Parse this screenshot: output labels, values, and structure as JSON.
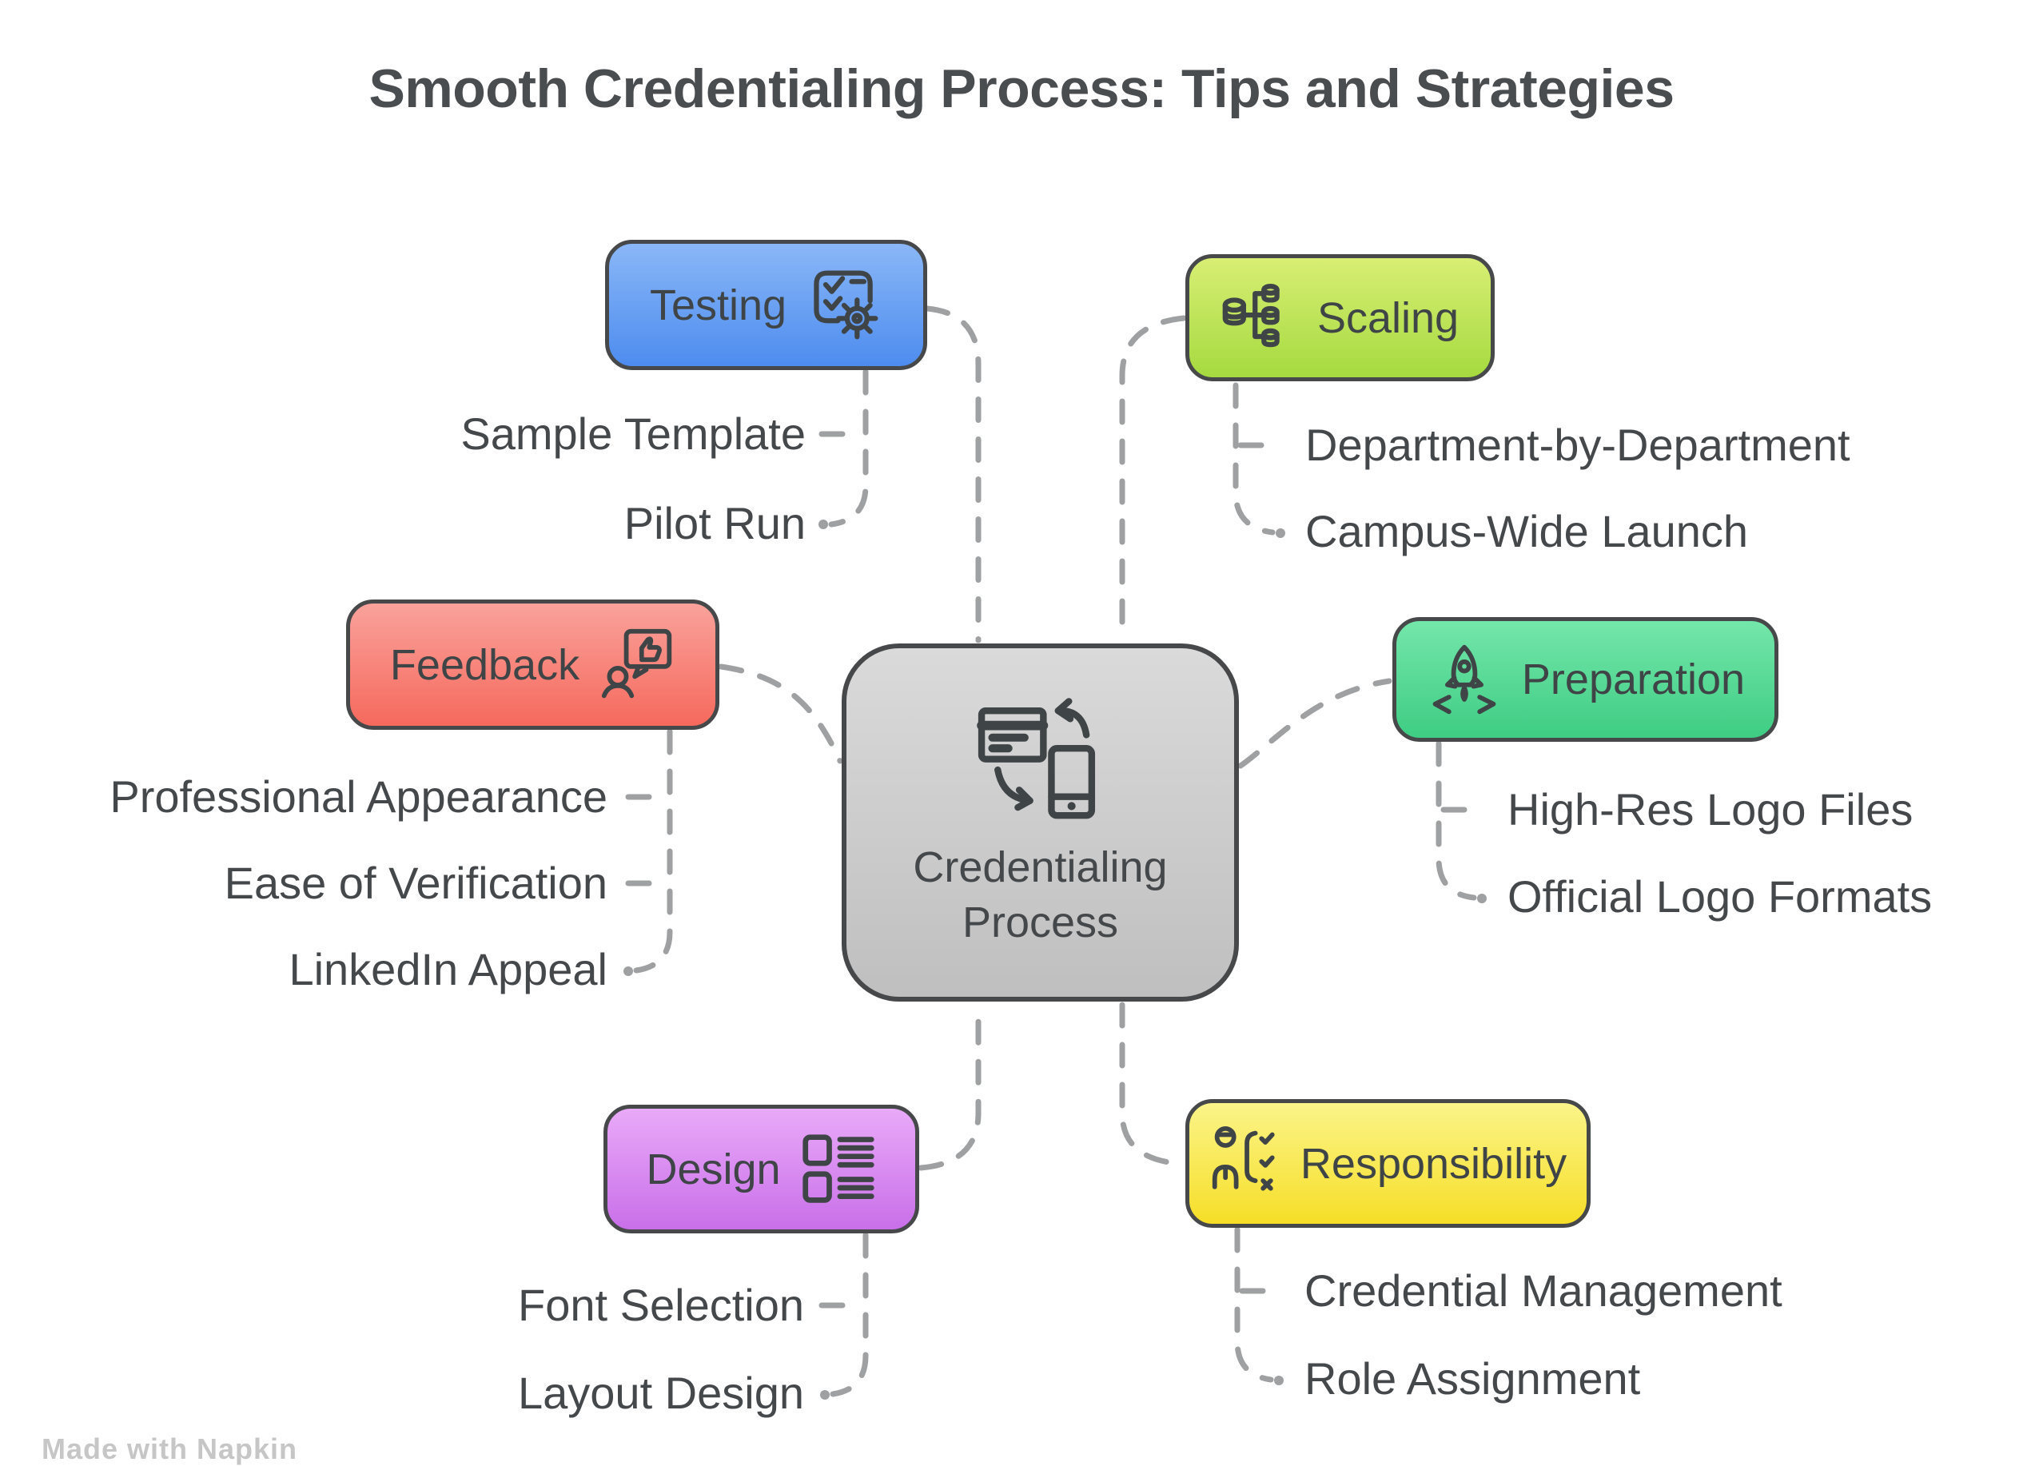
{
  "title": "Smooth Credentialing Process: Tips and Strategies",
  "colors": {
    "connector": "#9ea0a1",
    "ink": "#3f4447",
    "text": "#45484b",
    "central_top": "#dadada",
    "central_bottom": "#bfbfbf"
  },
  "center": {
    "label": "Credentialing Process",
    "icon": "credential-sync-icon"
  },
  "branches": {
    "testing": {
      "label": "Testing",
      "icon": "checklist-gear-icon",
      "color_top": "#8ab7f7",
      "color_bottom": "#4d8cef",
      "items": [
        "Sample Template",
        "Pilot Run"
      ]
    },
    "scaling": {
      "label": "Scaling",
      "icon": "database-scaling-icon",
      "color_top": "#d8ee74",
      "color_bottom": "#a5da3f",
      "items": [
        "Department-by-Department",
        "Campus-Wide Launch"
      ]
    },
    "feedback": {
      "label": "Feedback",
      "icon": "user-feedback-icon",
      "color_top": "#f9a29b",
      "color_bottom": "#f6695d",
      "items": [
        "Professional Appearance",
        "Ease of Verification",
        "LinkedIn Appeal"
      ]
    },
    "preparation": {
      "label": "Preparation",
      "icon": "rocket-launch-icon",
      "color_top": "#74e6aa",
      "color_bottom": "#3ecd83",
      "items": [
        "High-Res Logo Files",
        "Official Logo Formats"
      ]
    },
    "design": {
      "label": "Design",
      "icon": "layout-list-icon",
      "color_top": "#e9aaf8",
      "color_bottom": "#c96fe9",
      "items": [
        "Font Selection",
        "Layout Design"
      ]
    },
    "responsibility": {
      "label": "Responsibility",
      "icon": "role-check-icon",
      "color_top": "#fbf489",
      "color_bottom": "#f6de27",
      "items": [
        "Credential Management",
        "Role Assignment"
      ]
    }
  },
  "watermark": "Made with Napkin"
}
